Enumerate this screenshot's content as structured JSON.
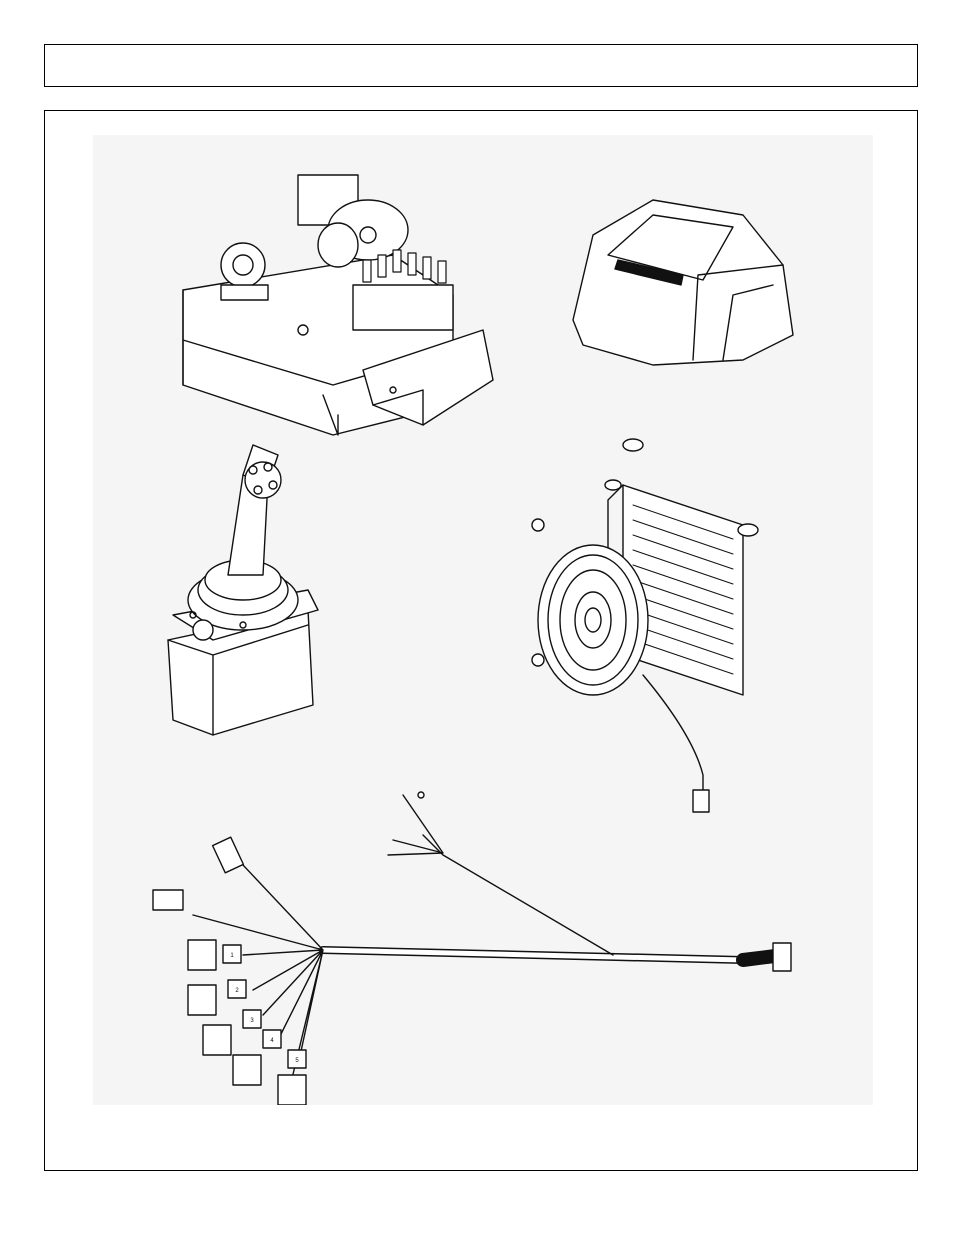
{
  "header": {
    "title": ""
  },
  "figure": {
    "caption": "",
    "parts": [
      {
        "name": "valve-pump-mount-assembly"
      },
      {
        "name": "valve-cover"
      },
      {
        "name": "joystick-control"
      },
      {
        "name": "oil-cooler-with-fan"
      },
      {
        "name": "wiring-harness"
      }
    ],
    "harness_connector_labels": [
      "1",
      "2",
      "3",
      "4",
      "5"
    ]
  }
}
